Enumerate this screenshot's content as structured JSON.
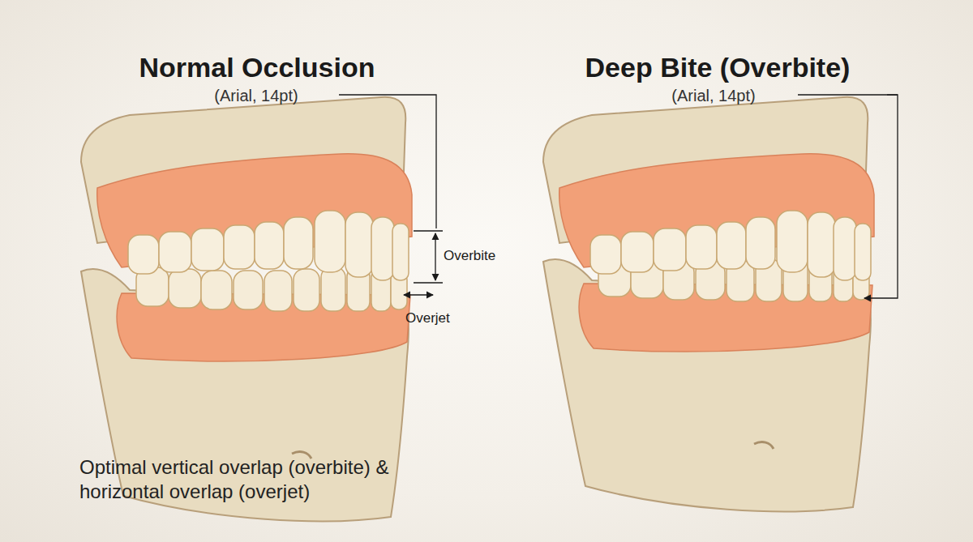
{
  "diagram": {
    "labels": [
      "Normal Occlusion",
      "(Arial, 14pt)",
      "Deep Bite (Overbite)",
      "(Arial, 14pt)",
      "Overbite",
      "Overjet",
      "Optimal vertical overlap (overbite) & horizontal overlap (overjet)"
    ]
  }
}
